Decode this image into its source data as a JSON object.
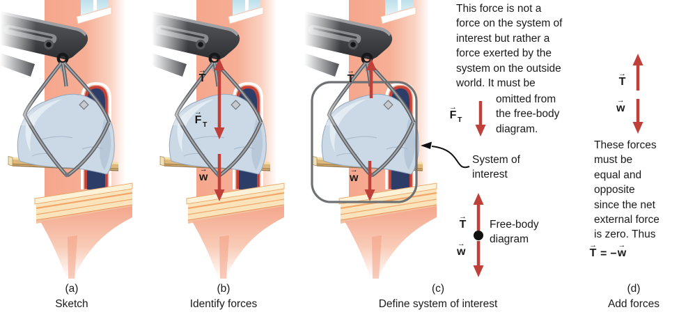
{
  "vector_mark": "→",
  "captions": [
    {
      "letter": "(a)",
      "label": "Sketch"
    },
    {
      "letter": "(b)",
      "label": "Identify forces"
    },
    {
      "letter": "(c)",
      "label": "Define system of interest"
    },
    {
      "letter": "(d)",
      "label": "Add forces"
    }
  ],
  "panel_b": {
    "tension_label": "T",
    "force_t_label": "F",
    "force_t_sub": "T",
    "weight_label": "w"
  },
  "panel_c": {
    "tension_label": "T",
    "weight_label": "w",
    "ft_note_lines_a": [
      "This force is not a",
      "force on the system of",
      "interest but rather a",
      "force exerted by the",
      "system on the outside",
      "world. It must be"
    ],
    "ft_note_lines_b": [
      "omitted from",
      "the free-body",
      "diagram."
    ],
    "ft_label": "F",
    "ft_sub": "T",
    "system_label_lines": [
      "System of",
      "interest"
    ],
    "fbd_tension_label": "T",
    "fbd_weight_label": "w",
    "fbd_caption_lines": [
      "Free-body",
      "diagram"
    ]
  },
  "panel_d": {
    "tension_label": "T",
    "weight_label": "w",
    "note_lines": [
      "These forces",
      "must be",
      "equal and",
      "opposite",
      "since the net",
      "external force",
      "is zero. Thus"
    ],
    "equation": {
      "lhs": "T",
      "equals": "=",
      "minus": "−",
      "rhs": "w"
    }
  },
  "colors": {
    "arrow_red": "#BE4038",
    "wall_salmon": "#F5A78D",
    "ledge_cream": "#FBE4BC",
    "window_navy": "#2C3D68",
    "window_red": "#C5423A",
    "tarp_blue": "#CBD8E5",
    "strap_gray": "#75787C",
    "crane_dark": "#3F4144",
    "box_gray": "#6E7173",
    "text_black": "#1A1A1A"
  }
}
